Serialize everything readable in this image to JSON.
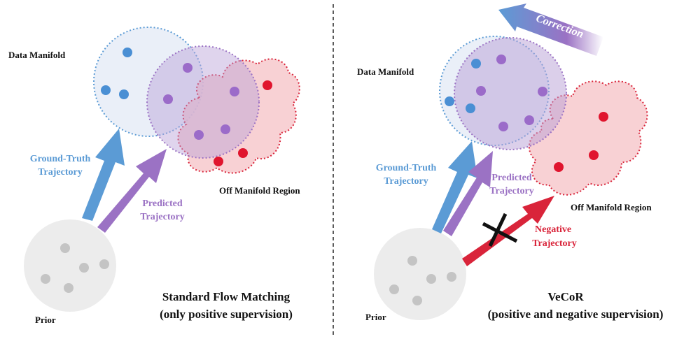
{
  "left_panel": {
    "data_manifold_label": "Data Manifold",
    "off_manifold_label": "Off Manifold Region",
    "prior_label": "Prior",
    "ground_truth_line1": "Ground-Truth",
    "ground_truth_line2": "Trajectory",
    "predicted_line1": "Predicted",
    "predicted_line2": "Trajectory",
    "caption_line1": "Standard Flow Matching",
    "caption_line2": "(only positive supervision)"
  },
  "right_panel": {
    "data_manifold_label": "Data Manifold",
    "off_manifold_label": "Off Manifold Region",
    "prior_label": "Prior",
    "ground_truth_line1": "Ground-Truth",
    "ground_truth_line2": "Trajectory",
    "predicted_line1": "Predicted",
    "predicted_line2": "Trajectory",
    "negative_line1": "Negative",
    "negative_line2": "Trajectory",
    "correction_label": "Correction",
    "caption_line1": "VeCoR",
    "caption_line2": "(positive and negative supervision)"
  },
  "colors": {
    "ground_truth_blue": "#5b9bd5",
    "predicted_purple": "#9b72c4",
    "negative_red": "#d9243a",
    "prior_gray": "#c4c4c4",
    "manifold_fill": "#dfe6f5",
    "off_manifold_fill": "#f7c9cc"
  }
}
